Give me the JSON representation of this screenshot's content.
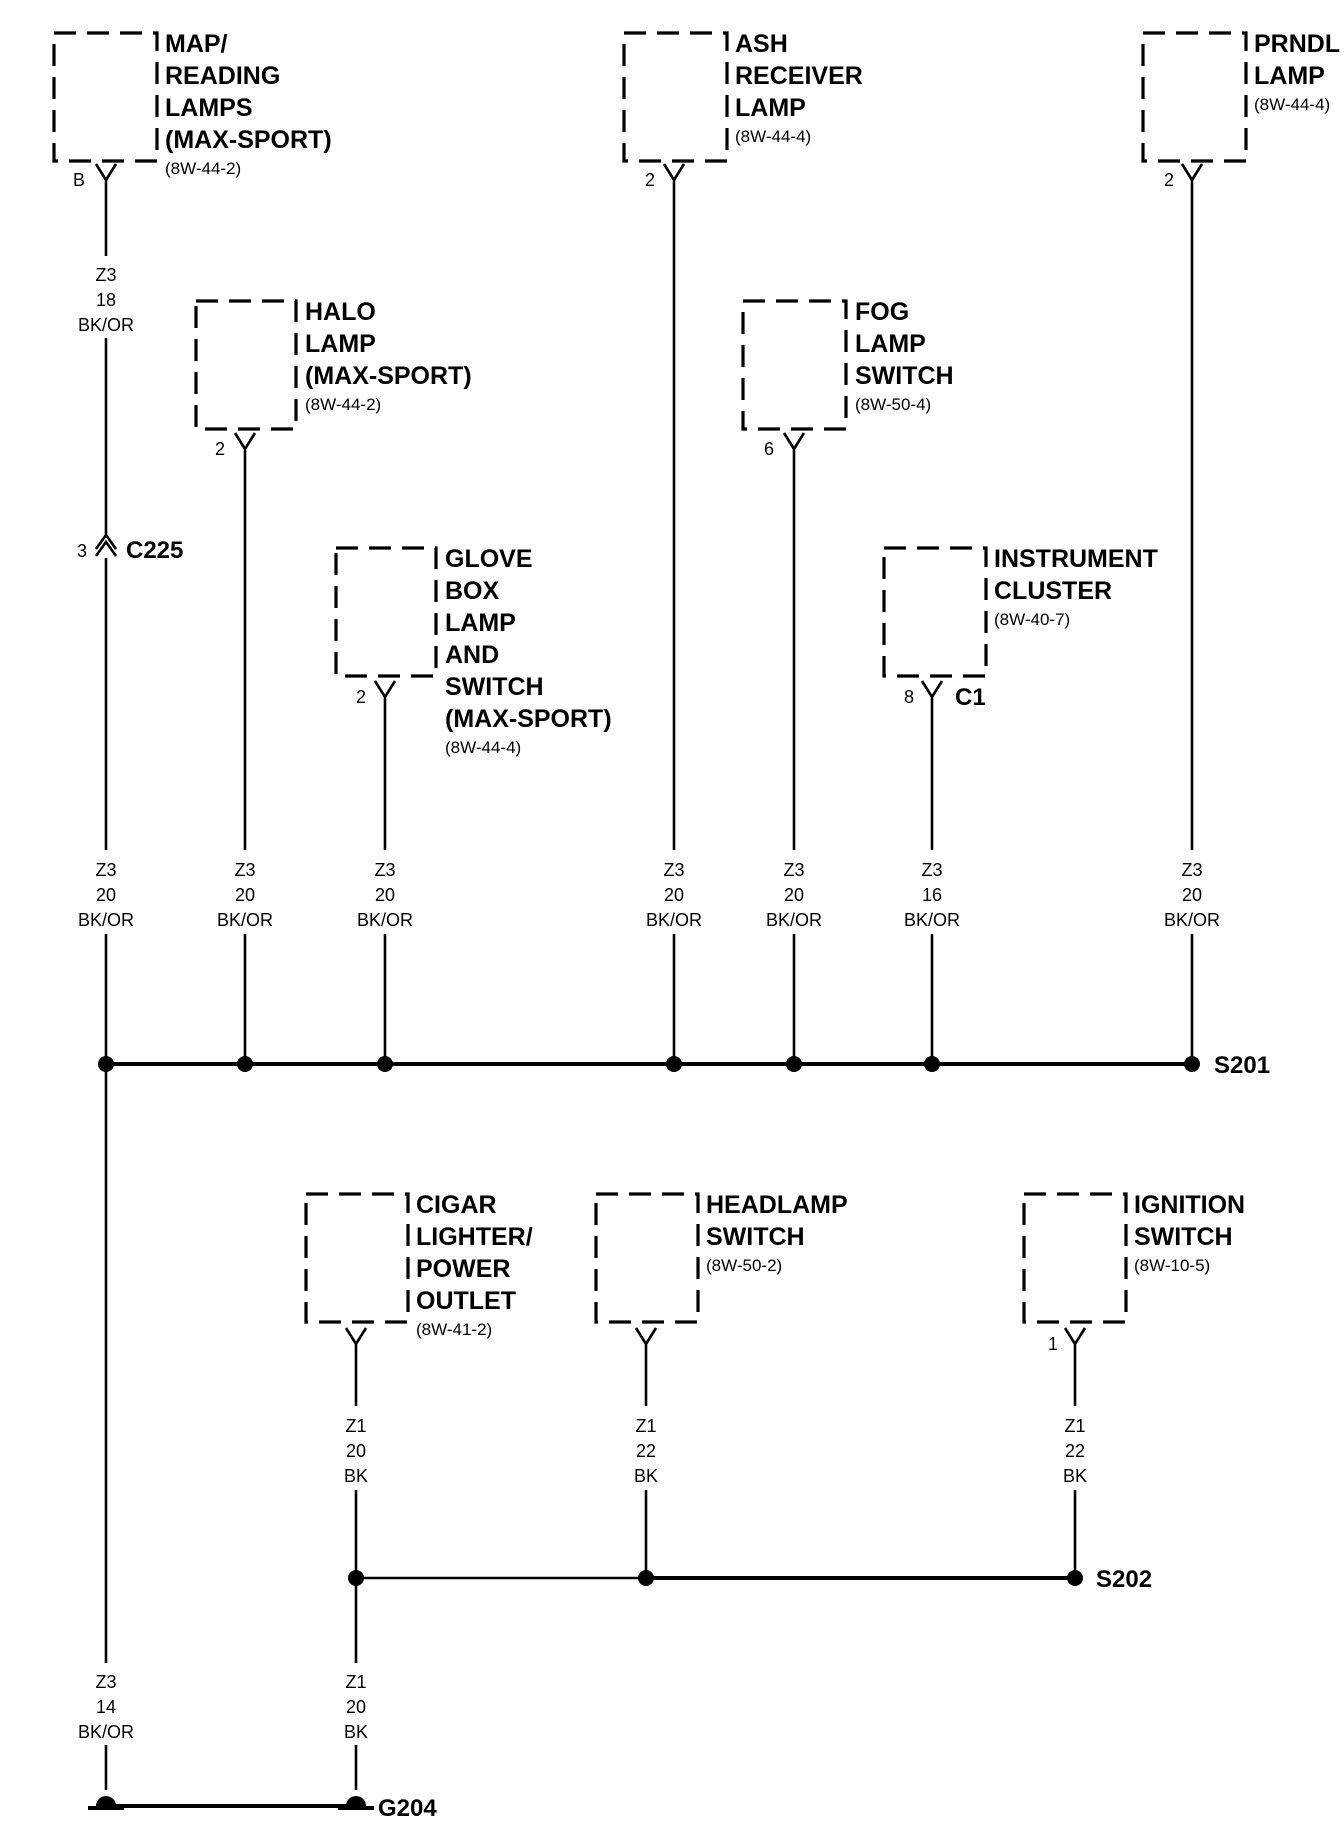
{
  "components": {
    "map_lamps": {
      "lines": [
        "MAP/",
        "READING",
        "LAMPS",
        "(MAX-SPORT)"
      ],
      "ref": "(8W-44-2)",
      "pin": "B"
    },
    "ash_lamp": {
      "lines": [
        "ASH",
        "RECEIVER",
        "LAMP"
      ],
      "ref": "(8W-44-4)",
      "pin": "2"
    },
    "prndl_lamp": {
      "lines": [
        "PRNDL",
        "LAMP"
      ],
      "ref": "(8W-44-4)",
      "pin": "2"
    },
    "halo_lamp": {
      "lines": [
        "HALO",
        "LAMP",
        "(MAX-SPORT)"
      ],
      "ref": "(8W-44-2)",
      "pin": "2"
    },
    "fog_switch": {
      "lines": [
        "FOG",
        "LAMP",
        "SWITCH"
      ],
      "ref": "(8W-50-4)",
      "pin": "6"
    },
    "glove_box": {
      "lines": [
        "GLOVE",
        "BOX",
        "LAMP",
        "AND",
        "SWITCH",
        "(MAX-SPORT)"
      ],
      "ref": "(8W-44-4)",
      "pin": "2"
    },
    "cluster": {
      "lines": [
        "INSTRUMENT",
        "CLUSTER"
      ],
      "ref": "(8W-40-7)",
      "pin": "8",
      "connector": "C1"
    },
    "cigar": {
      "lines": [
        "CIGAR",
        "LIGHTER/",
        "POWER",
        "OUTLET"
      ],
      "ref": "(8W-41-2)"
    },
    "headlamp": {
      "lines": [
        "HEADLAMP",
        "SWITCH"
      ],
      "ref": "(8W-50-2)"
    },
    "ignition": {
      "lines": [
        "IGNITION",
        "SWITCH"
      ],
      "ref": "(8W-10-5)",
      "pin": "1"
    }
  },
  "connector_c225": {
    "pin": "3",
    "name": "C225"
  },
  "wire_labels": {
    "map_upper": [
      "Z3",
      "18",
      "BK/OR"
    ],
    "map_lower": [
      "Z3",
      "20",
      "BK/OR"
    ],
    "halo": [
      "Z3",
      "20",
      "BK/OR"
    ],
    "glove": [
      "Z3",
      "20",
      "BK/OR"
    ],
    "ash": [
      "Z3",
      "20",
      "BK/OR"
    ],
    "fog": [
      "Z3",
      "20",
      "BK/OR"
    ],
    "cluster": [
      "Z3",
      "16",
      "BK/OR"
    ],
    "prndl": [
      "Z3",
      "20",
      "BK/OR"
    ],
    "cigar": [
      "Z1",
      "20",
      "BK"
    ],
    "headlamp": [
      "Z1",
      "22",
      "BK"
    ],
    "ignition": [
      "Z1",
      "22",
      "BK"
    ],
    "ground_left": [
      "Z3",
      "14",
      "BK/OR"
    ],
    "ground_right": [
      "Z1",
      "20",
      "BK"
    ]
  },
  "splices": {
    "s201": "S201",
    "s202": "S202"
  },
  "ground": {
    "g204": "G204"
  }
}
